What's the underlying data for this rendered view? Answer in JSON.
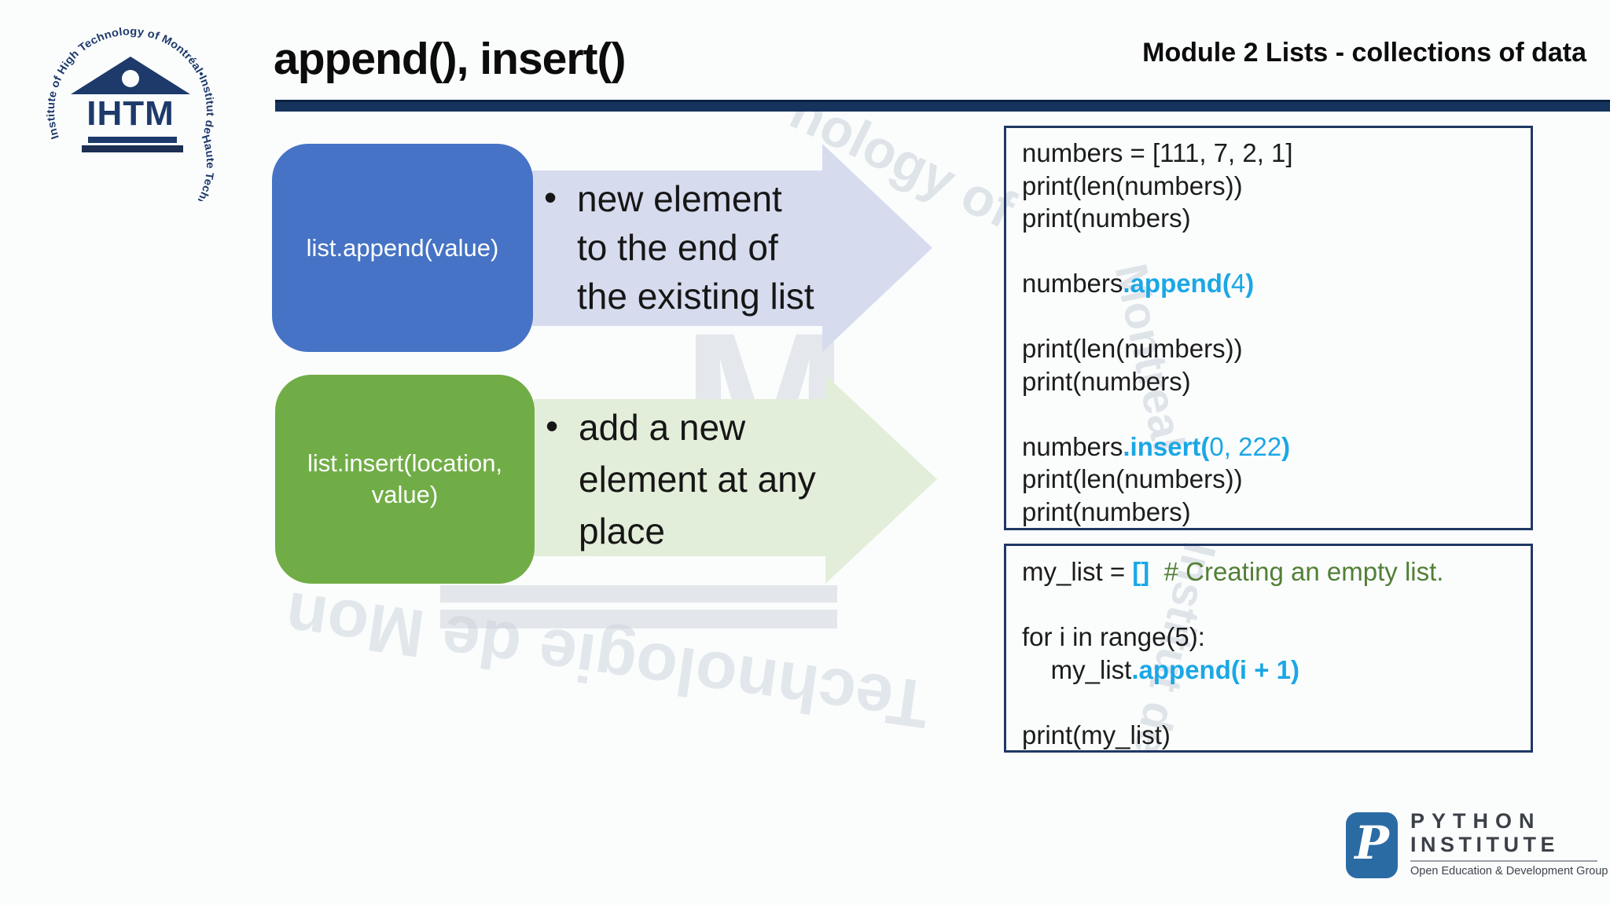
{
  "slide": {
    "title": "append(), insert()",
    "module_badge": "Module 2 Lists - collections of data",
    "bullet_char": "•"
  },
  "ihtm_logo": {
    "ring_text": "Institute of High Technology of Montréal•Institut de Haute Technologie de Montréal•",
    "acronym": "IHTM"
  },
  "diagram": {
    "append_box": {
      "label": "list.append(value)",
      "color": "#4673c5",
      "arrow_color": "#d6dbee",
      "desc": [
        "new element",
        "to the end of",
        "the existing list"
      ]
    },
    "insert_box": {
      "label": "list.insert(location, value)",
      "color": "#71ad47",
      "arrow_color": "#e3eeda",
      "desc": [
        "add a new",
        "element at any",
        "place"
      ]
    }
  },
  "code_boxes": [
    {
      "lines": [
        [
          {
            "t": "numbers = [111, 7, 2, 1]",
            "s": "k"
          }
        ],
        [
          {
            "t": "print(len(numbers))",
            "s": "k"
          }
        ],
        [
          {
            "t": "print(numbers)",
            "s": "k"
          }
        ],
        [],
        [
          {
            "t": "numbers",
            "s": "k"
          },
          {
            "t": ".append(",
            "s": "cb"
          },
          {
            "t": "4",
            "s": "c"
          },
          {
            "t": ")",
            "s": "cb"
          }
        ],
        [],
        [
          {
            "t": "print(len(numbers))",
            "s": "k"
          }
        ],
        [
          {
            "t": "print(numbers)",
            "s": "k"
          }
        ],
        [],
        [
          {
            "t": "numbers",
            "s": "k"
          },
          {
            "t": ".insert(",
            "s": "cb"
          },
          {
            "t": "0, 222",
            "s": "c"
          },
          {
            "t": ")",
            "s": "cb"
          }
        ],
        [
          {
            "t": "print(len(numbers))",
            "s": "k"
          }
        ],
        [
          {
            "t": "print(numbers)",
            "s": "k"
          }
        ]
      ]
    },
    {
      "lines": [
        [
          {
            "t": "my_list = ",
            "s": "k"
          },
          {
            "t": "[]",
            "s": "cb"
          },
          {
            "t": "  ",
            "s": "k"
          },
          {
            "t": "# Creating an empty list.",
            "s": "g"
          }
        ],
        [],
        [
          {
            "t": "for i in range(5):",
            "s": "k"
          }
        ],
        [
          {
            "t": "    my_list",
            "s": "k"
          },
          {
            "t": ".append(i + 1)",
            "s": "cb"
          }
        ],
        [],
        [
          {
            "t": "print(my_list)",
            "s": "k"
          }
        ]
      ]
    }
  ],
  "pi_logo": {
    "monogram": "P",
    "name_line1": "PYTHON",
    "name_line2": "INSTITUTE",
    "tagline": "Open Education & Development Group",
    "tile_color": "#2a6ba3"
  },
  "colors": {
    "accent_navy": "#16335d",
    "code_cyan": "#1ba7e6",
    "comment_green": "#527f35",
    "logo_navy": "#1e3a6b",
    "append_blue": "#4673c5",
    "insert_green": "#71ad47"
  },
  "watermark": {
    "top_arc": "nology of",
    "right_arc": "Montreal",
    "right_arc2": "Institut de",
    "bottom_arc": "Technologie de Mon",
    "monogram": "M"
  }
}
